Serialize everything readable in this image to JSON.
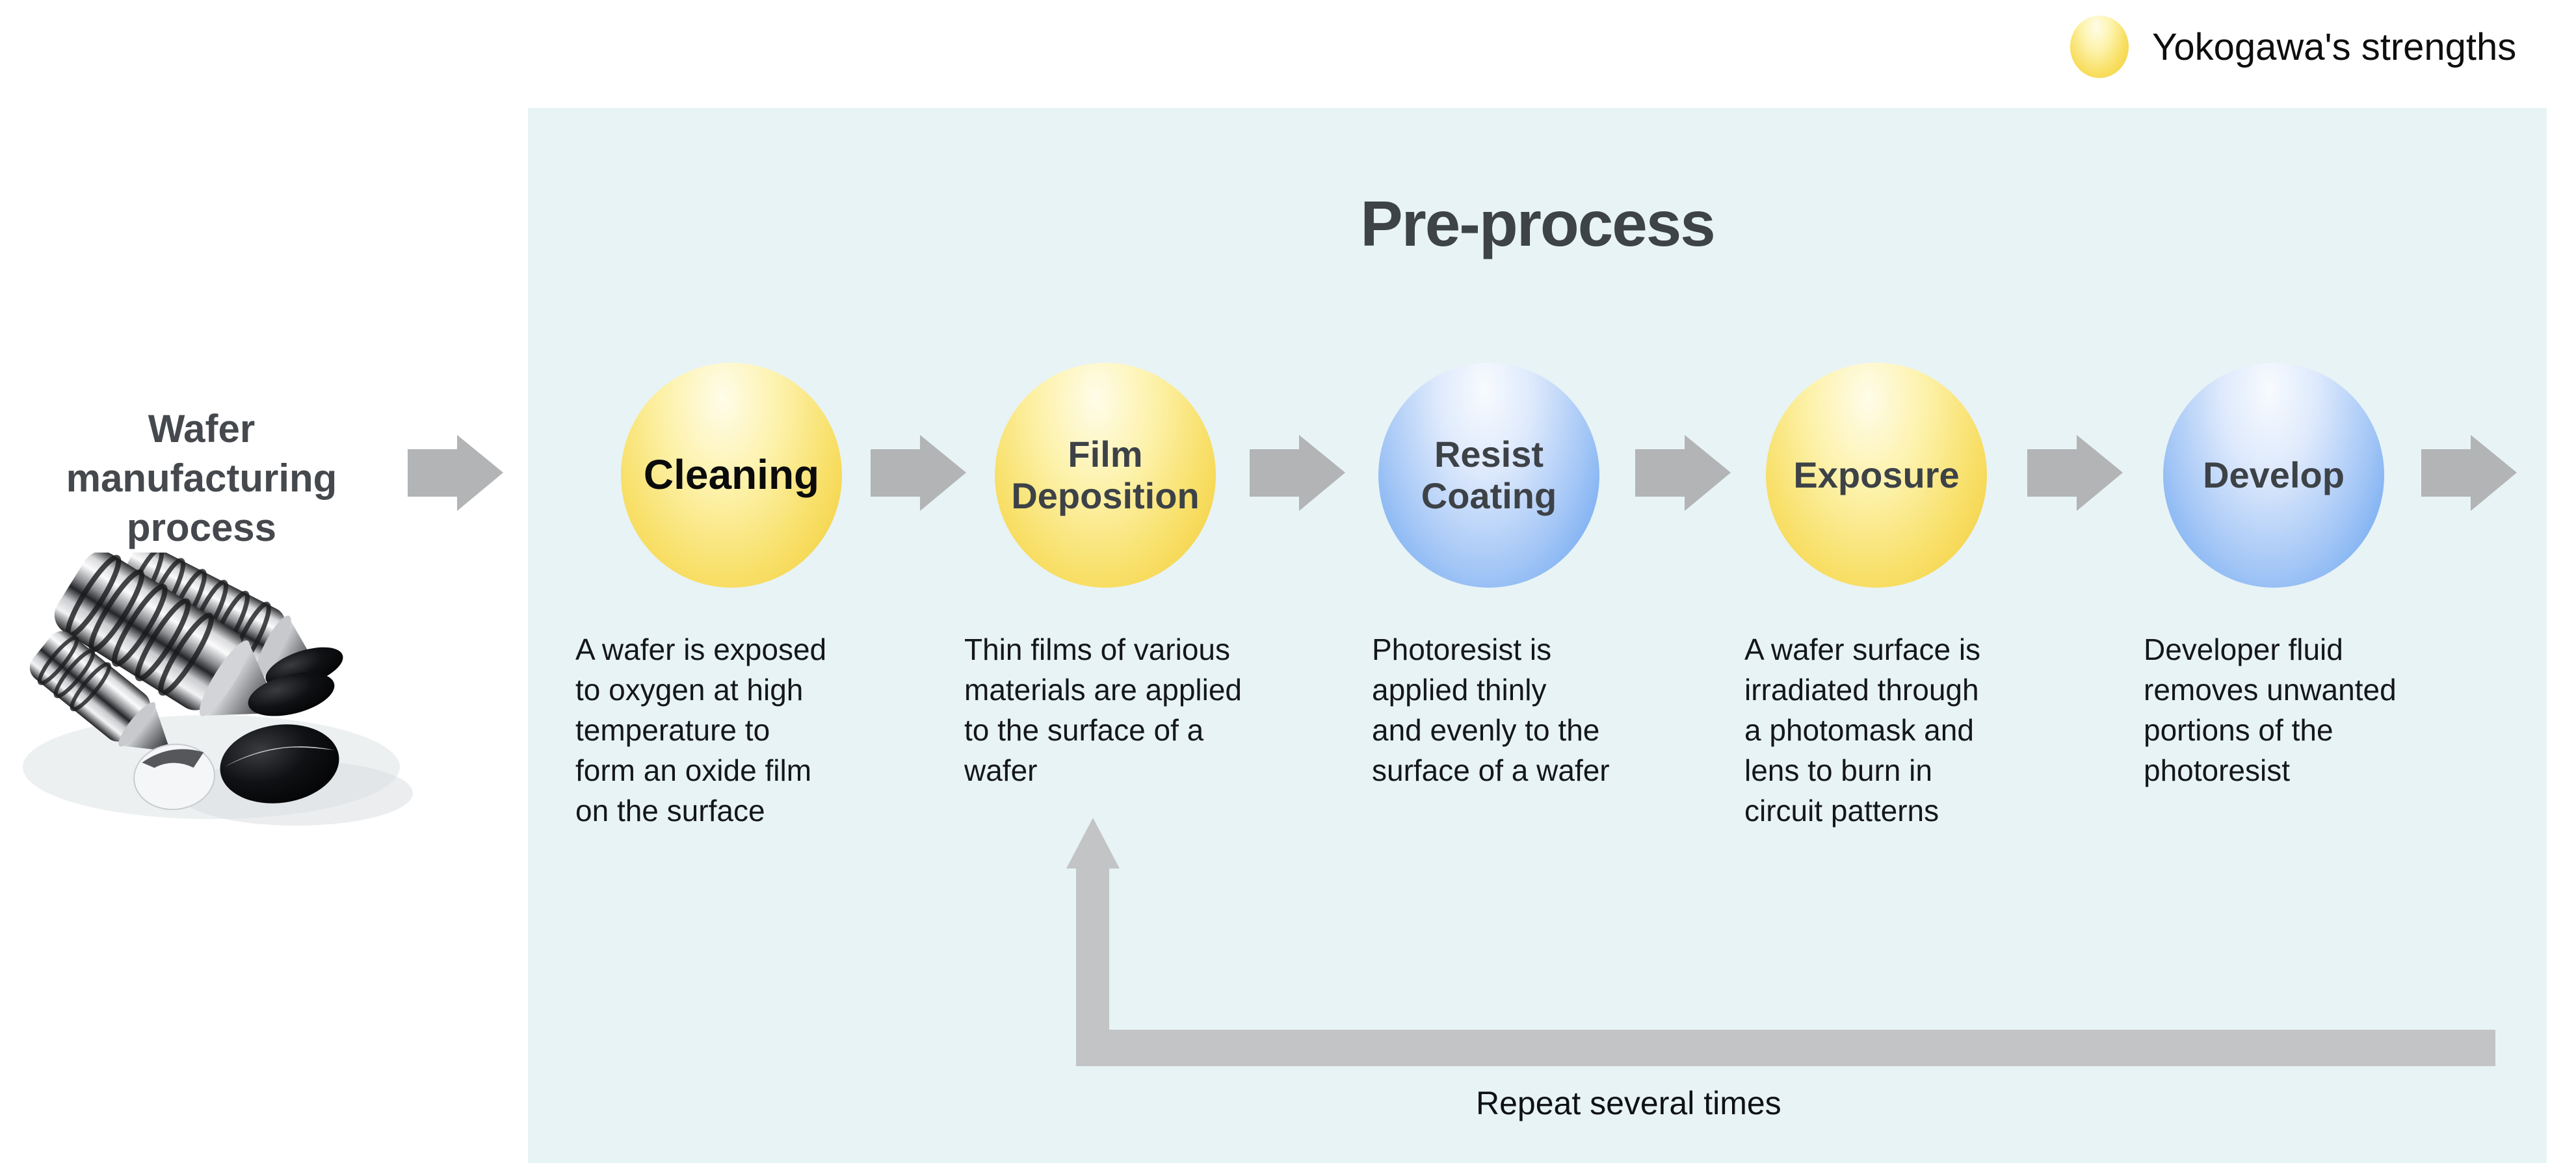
{
  "legend": {
    "label": "Yokogawa's strengths",
    "marker_icon": "yellow-strength-dot",
    "marker_color": "#F3CB35"
  },
  "left_column": {
    "title": "Wafer\nmanufacturing\nprocess",
    "photo_icon": "silicon-ingots-and-wafers-photo"
  },
  "process": {
    "title": "Pre-process",
    "panel_color": "#E8F3F5",
    "arrow_color": "#B2B4B6",
    "loop_color": "#C3C4C5",
    "repeat_note": "Repeat several times",
    "stages": [
      {
        "label": "Cleaning",
        "color": "yellow",
        "color_hex": "#F3CB35",
        "description": "A wafer is exposed\nto oxygen at high\ntemperature to\nform an oxide film\non the surface"
      },
      {
        "label": "Film\nDeposition",
        "color": "yellow",
        "color_hex": "#F3CB35",
        "description": "Thin films of various\nmaterials are applied\nto the surface of a\nwafer"
      },
      {
        "label": "Resist\nCoating",
        "color": "blue",
        "color_hex": "#5F9FF0",
        "description": "Photoresist is\napplied thinly\nand evenly to the\nsurface of a wafer"
      },
      {
        "label": "Exposure",
        "color": "yellow",
        "color_hex": "#F3CB35",
        "description": "A wafer surface is\nirradiated through\na photomask and\nlens to burn in\ncircuit patterns"
      },
      {
        "label": "Develop",
        "color": "blue",
        "color_hex": "#5F9FF0",
        "description": "Developer fluid\nremoves unwanted\nportions of the\nphotoresist"
      }
    ]
  }
}
